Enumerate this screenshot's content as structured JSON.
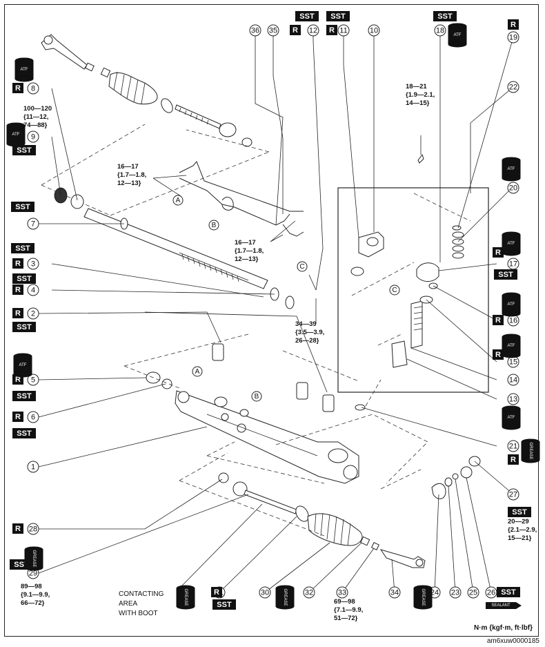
{
  "legend": {
    "sst": "SST",
    "r": "R",
    "atf": "ATF",
    "grease": "GREASE",
    "sealant": "SEALANT"
  },
  "torques": {
    "t_top_left": [
      "100—120",
      "{11—12,",
      "74—88}"
    ],
    "t_pipe_a": [
      "16—17",
      "{1.7—1.8,",
      "12—13}"
    ],
    "t_pipe_b": [
      "16—17",
      "{1.7—1.8,",
      "12—13}"
    ],
    "t_bolt": [
      "18—21",
      "{1.9—2.1,",
      "14—15}"
    ],
    "t_screw_c": [
      "34—39",
      "{3.5—3.9,",
      "26—28}"
    ],
    "t_locknut": [
      "20—29",
      "{2.1—2.9,",
      "15—21}"
    ],
    "t_tierod": [
      "89—98",
      "{9.1—9.9,",
      "66—72}"
    ],
    "t_end": [
      "69—98",
      "{7.1—9.9,",
      "51—72}"
    ]
  },
  "contacting_note": [
    "CONTACTING",
    "AREA",
    "WITH BOOT"
  ],
  "units": "N·m {kgf·m, ft·lbf}",
  "figure_id": "am6xuw0000185",
  "part_numbers": [
    "1",
    "2",
    "3",
    "4",
    "5",
    "6",
    "7",
    "8",
    "9",
    "10",
    "11",
    "12",
    "13",
    "14",
    "15",
    "16",
    "17",
    "18",
    "19",
    "20",
    "21",
    "22",
    "23",
    "24",
    "25",
    "26",
    "27",
    "28",
    "29",
    "30",
    "31",
    "32",
    "33",
    "34",
    "35",
    "36"
  ],
  "ref_letters": [
    "A",
    "B",
    "C"
  ]
}
